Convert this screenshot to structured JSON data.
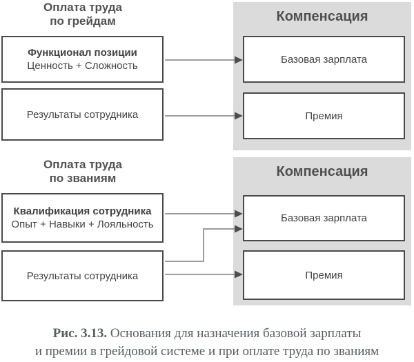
{
  "colors": {
    "panel_bg": "#dbdbdb",
    "box_bg": "#ffffff",
    "box_border": "#4a4a4a",
    "box_text": "#424242",
    "heading_text": "#515151",
    "connector_line": "#7d7d7d",
    "arrowhead": "#4d4d4d",
    "caption_text": "#575d63"
  },
  "sections": [
    {
      "heading": {
        "line1": "Оплата труда",
        "line2": "по грейдам"
      },
      "boxes": [
        {
          "title": "Функционал позиции",
          "subtitle": "Ценность + Сложность"
        },
        {
          "title": "Результаты сотрудника"
        }
      ],
      "panel": {
        "heading": "Компенсация",
        "boxes": [
          {
            "label": "Базовая зарплата"
          },
          {
            "label": "Премия"
          }
        ]
      }
    },
    {
      "heading": {
        "line1": "Оплата труда",
        "line2": "по званиям"
      },
      "boxes": [
        {
          "title": "Квалификация сотрудника",
          "subtitle": "Опыт + Навыки + Лояльность"
        },
        {
          "title": "Результаты сотрудника"
        }
      ],
      "panel": {
        "heading": "Компенсация",
        "boxes": [
          {
            "label": "Базовая зарплата"
          },
          {
            "label": "Премия"
          }
        ]
      }
    }
  ],
  "caption": {
    "label": "Рис. 3.13.",
    "line1": "Основания для назначения базовой зарплаты",
    "line2": "и премии в грейдовой системе и при оплате труда по званиям"
  }
}
